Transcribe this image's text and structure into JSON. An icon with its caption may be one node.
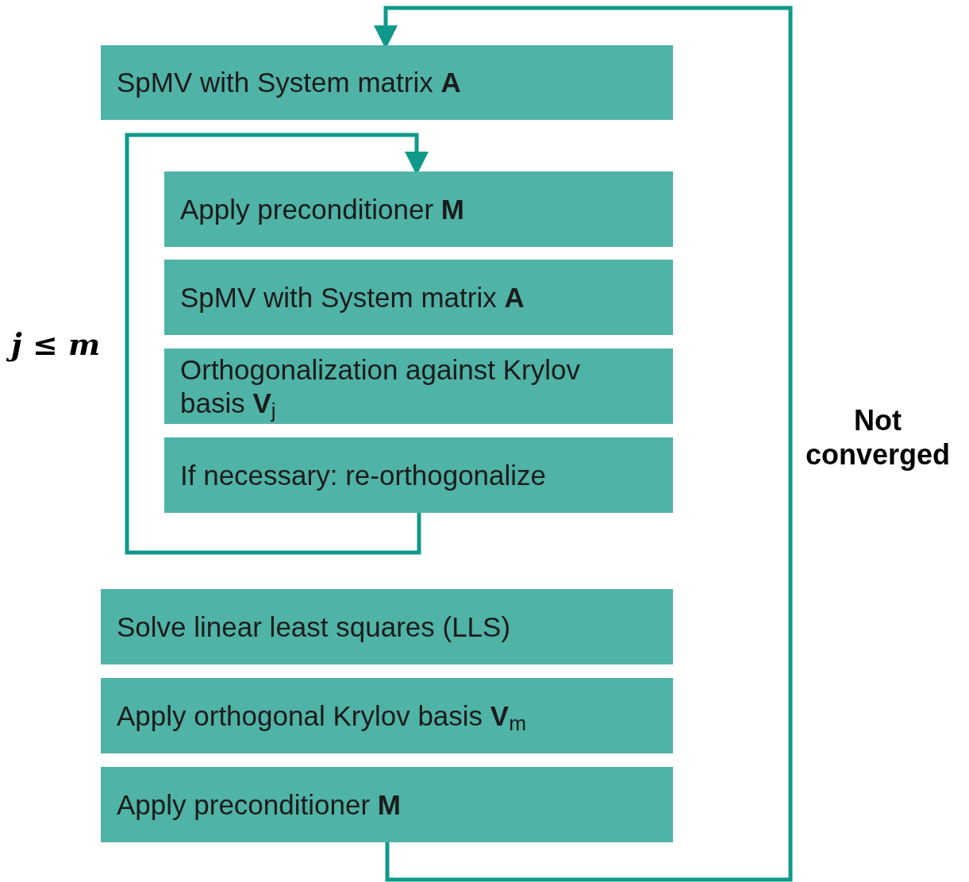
{
  "diagram": {
    "nodes": [
      {
        "text": [
          "SpMV with System matrix **A**"
        ]
      },
      {
        "text": [
          "Apply preconditioner **M**"
        ]
      },
      {
        "text": [
          "SpMV with System matrix **A**"
        ]
      },
      {
        "text": [
          "Orthogonalization against Krylov basis **V**$_{j}$"
        ]
      },
      {
        "text": [
          "If necessary: re-orthogonalize"
        ]
      },
      {
        "text": [
          "Solve linear least squares (LLS)"
        ]
      },
      {
        "text": [
          "Apply orthogonal Krylov basis **V**$_{m}$"
        ]
      },
      {
        "text": [
          "Apply preconditioner **M**"
        ]
      }
    ],
    "edges": [
      {
        "from": 4,
        "to": 1,
        "arrow": "to",
        "label": "j ≤ m"
      },
      {
        "from": 7,
        "to": 0,
        "arrow": "to",
        "label": "Not converged"
      }
    ]
  }
}
